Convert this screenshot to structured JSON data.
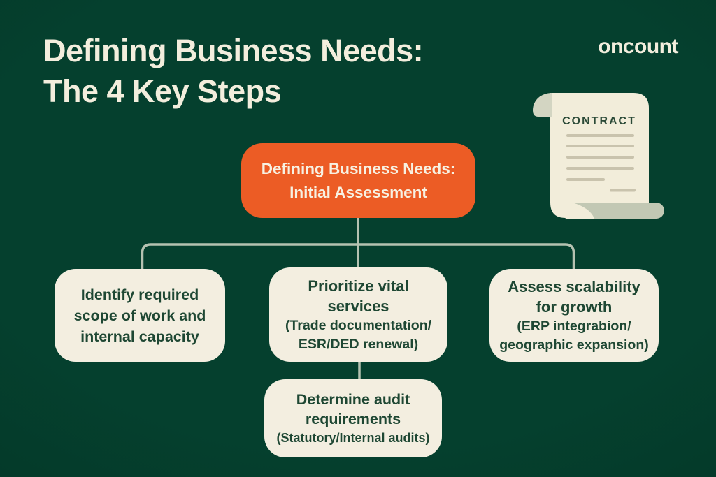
{
  "header": {
    "title_lines": [
      "Defining Business Needs:",
      "The 4 Key Steps"
    ],
    "brand": "oncount"
  },
  "contract_icon": {
    "label": "CONTRACT"
  },
  "flowchart": {
    "root": {
      "lines": [
        "Defining Business Needs:",
        "Initial Assessment"
      ]
    },
    "step_scope": {
      "lines": [
        "Identify required",
        "scope of work and",
        "internal capacity"
      ]
    },
    "step_services": {
      "lines": [
        "Prioritize vital",
        "services"
      ],
      "sub_lines": [
        "(Trade documentation/",
        "ESR/DED renewal)"
      ]
    },
    "step_scalability": {
      "lines": [
        "Assess scalability",
        "for growth"
      ],
      "sub_lines": [
        "(ERP integrabion/",
        "geographic expansion)"
      ]
    },
    "step_audit": {
      "lines": [
        "Determine audit",
        "requirements"
      ],
      "sub_lines": [
        "(Statutory/Internal audits)"
      ]
    }
  },
  "colors": {
    "background": "#05402e",
    "background_edge": "#022c1f",
    "accent_orange": "#ec5c25",
    "card_cream": "#f3eee0",
    "text_cream": "#f3eedd",
    "text_green": "#1e4733",
    "connector": "#b5c2b1",
    "scroll_paper": "#f2edda",
    "scroll_curl": "#d3d5c2",
    "scroll_roll": "#c2c8b4",
    "scroll_line": "#c9c3ad"
  }
}
